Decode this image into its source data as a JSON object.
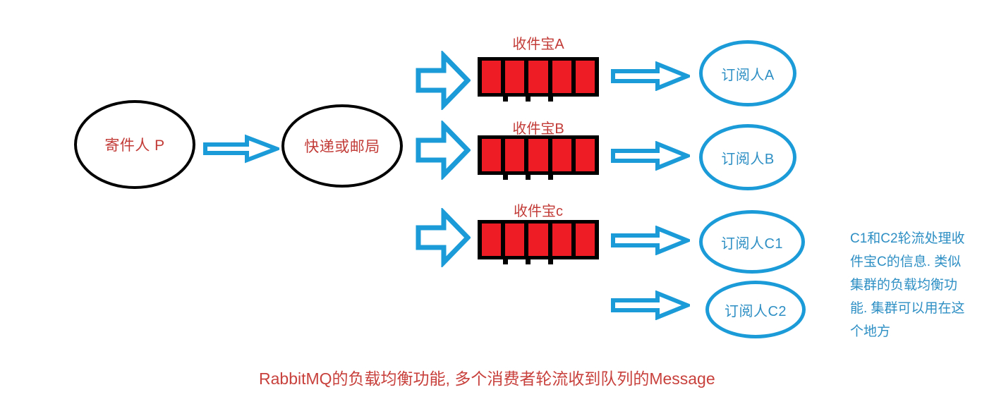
{
  "diagram": {
    "title_caption": "RabbitMQ的负载均衡功能, 多个消费者轮流收到队列的Message",
    "colors": {
      "arrow_blue": "#1B9BD8",
      "queue_cell_red": "#EE1C25",
      "queue_border_black": "#000000",
      "label_red": "#C23B37",
      "caption_red": "#C8413C",
      "note_blue": "#2E8FC4",
      "ellipse_black": "#000000",
      "ellipse_blue": "#1B9BD8",
      "background": "#FFFFFF"
    },
    "producer": {
      "label": "寄件人 P"
    },
    "broker": {
      "label": "快递或邮局"
    },
    "queues": [
      {
        "label": "收件宝A",
        "cells": 5
      },
      {
        "label": "收件宝B",
        "cells": 5
      },
      {
        "label": "收件宝c",
        "cells": 5
      }
    ],
    "subscribers": [
      {
        "label": "订阅人A"
      },
      {
        "label": "订阅人B"
      },
      {
        "label": "订阅人C1"
      },
      {
        "label": "订阅人C2"
      }
    ],
    "note": {
      "lines": [
        "C1和C2轮流处理收",
        "件宝C的信息. 类似",
        "集群的负载均衡功",
        "能. 集群可以用在这",
        "个地方"
      ],
      "text": "C1和C2轮流处理收件宝C的信息. 类似集群的负载均衡功能. 集群可以用在这个地方"
    },
    "arrows": {
      "producer_to_broker": "arrow-right",
      "broker_to_queue_a": "arrow-right-block",
      "broker_to_queue_b": "arrow-right-block",
      "broker_to_queue_c": "arrow-right-block",
      "queue_a_to_sub_a": "arrow-right",
      "queue_b_to_sub_b": "arrow-right",
      "queue_c_to_sub_c1": "arrow-right",
      "queue_c_to_sub_c2": "arrow-right"
    }
  }
}
